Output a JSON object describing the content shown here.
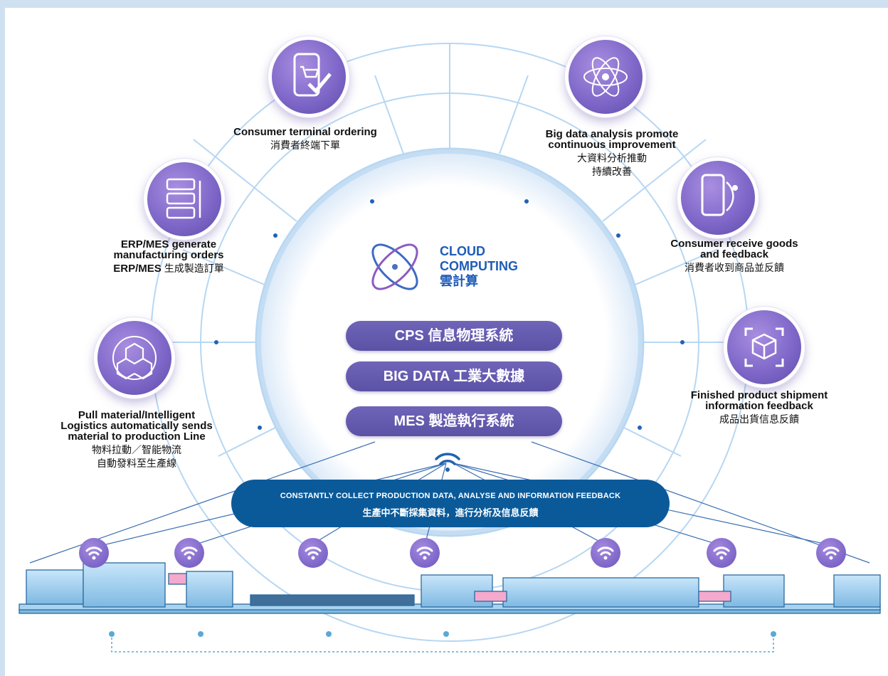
{
  "center": {
    "title_line1": "CLOUD",
    "title_line2": "COMPUTING",
    "title_zh": "雲計算",
    "layers": [
      "CPS 信息物理系統",
      "BIG DATA 工業大數據",
      "MES 製造執行系統"
    ]
  },
  "banner": {
    "line1": "CONSTANTLY COLLECT PRODUCTION DATA, ANALYSE AND INFORMATION FEEDBACK",
    "line2": "生產中不斷採集資料，進行分析及信息反饋"
  },
  "nodes": {
    "consumer_ordering": {
      "icon": "shopping-cart-check-icon",
      "en": "Consumer terminal ordering",
      "zh": "消費者終端下單"
    },
    "big_data": {
      "icon": "atom-data-icon",
      "en_line1": "Big data analysis promote",
      "en_line2": "continuous improvement",
      "zh_line1": "大資料分析推動",
      "zh_line2": "持續改善"
    },
    "erp_mes": {
      "icon": "server-rack-icon",
      "en_line1": "ERP/MES generate",
      "en_line2": "manufacturing orders",
      "zh_prefix": "ERP/MES",
      "zh": "生成製造訂單"
    },
    "consumer_receive": {
      "icon": "phone-feedback-icon",
      "en_line1": "Consumer receive goods",
      "en_line2": "and feedback",
      "zh": "消費者收到商品並反饋"
    },
    "logistics": {
      "icon": "cubes-icon",
      "en_line1": "Pull material/Intelligent",
      "en_line2": "Logistics automatically sends",
      "en_line3": "material to production Line",
      "zh_line1": "物料拉動／智能物流",
      "zh_line2": "自動發料至生產線"
    },
    "shipment": {
      "icon": "package-scan-icon",
      "en_line1": "Finished product shipment",
      "en_line2": "information feedback",
      "zh": "成品出貨信息反饋"
    }
  },
  "colors": {
    "accent_purple": "#6e64b8",
    "banner_blue": "#0a5a9a",
    "cloud_blue": "#1f5cb8",
    "machine_blue": "#a8d4f0",
    "web_line": "#b7d7f2"
  }
}
